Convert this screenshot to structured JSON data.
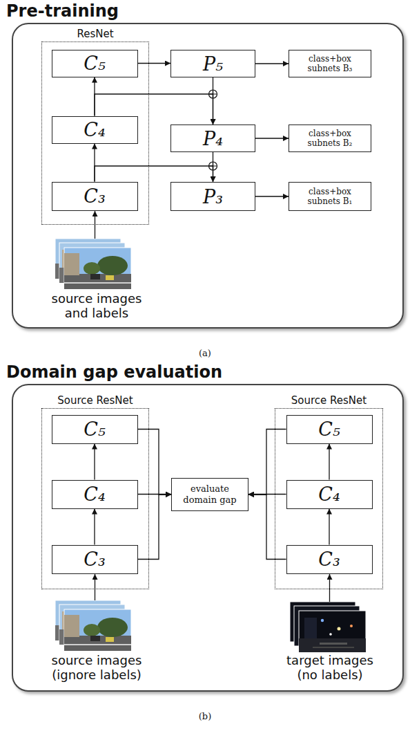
{
  "diagram": {
    "nodes": [
      {
        "text": [
          "Pre-training"
        ]
      },
      {
        "text": [
          "ResNet"
        ],
        "in": 0
      },
      {
        "text": [
          "C₅"
        ],
        "in": 1
      },
      {
        "text": [
          "C₄"
        ],
        "in": 1
      },
      {
        "text": [
          "C₃"
        ],
        "in": 1
      },
      {
        "text": [
          "P₅"
        ],
        "in": 0
      },
      {
        "text": [
          "P₄"
        ],
        "in": 0
      },
      {
        "text": [
          "P₃"
        ],
        "in": 0
      },
      {
        "text": [
          "class+box subnets B₃"
        ],
        "in": 0
      },
      {
        "text": [
          "class+box subnets B₂"
        ],
        "in": 0
      },
      {
        "text": [
          "class+box subnets B₁"
        ],
        "in": 0
      },
      {
        "text": [
          "Domain gap evaluation"
        ]
      },
      {
        "text": [
          "Source ResNet"
        ],
        "in": 11
      },
      {
        "text": [
          "C₅"
        ],
        "in": 12
      },
      {
        "text": [
          "C₄"
        ],
        "in": 12
      },
      {
        "text": [
          "C₃"
        ],
        "in": 12
      },
      {
        "text": [
          "evaluate domain gap"
        ],
        "in": 11
      },
      {
        "text": [
          "Source ResNet"
        ],
        "in": 11
      },
      {
        "text": [
          "C₅"
        ],
        "in": 17
      },
      {
        "text": [
          "C₄"
        ],
        "in": 17
      },
      {
        "text": [
          "C₃"
        ],
        "in": 17
      }
    ],
    "edges": [
      {
        "from": 4,
        "to": 3,
        "arrow": "to"
      },
      {
        "from": 3,
        "to": 2,
        "arrow": "to"
      },
      {
        "from": 2,
        "to": 5,
        "arrow": "to"
      },
      {
        "from": 5,
        "to": 6,
        "arrow": "to"
      },
      {
        "from": 3,
        "to": 6,
        "arrow": "to"
      },
      {
        "from": 6,
        "to": 7,
        "arrow": "to"
      },
      {
        "from": 4,
        "to": 7,
        "arrow": "to"
      },
      {
        "from": 5,
        "to": 8,
        "arrow": "to"
      },
      {
        "from": 6,
        "to": 9,
        "arrow": "to"
      },
      {
        "from": 7,
        "to": 10,
        "arrow": "to"
      },
      {
        "from": 15,
        "to": 14,
        "arrow": "to"
      },
      {
        "from": 14,
        "to": 13,
        "arrow": "to"
      },
      {
        "from": 20,
        "to": 19,
        "arrow": "to"
      },
      {
        "from": 19,
        "to": 18,
        "arrow": "to"
      },
      {
        "from": 13,
        "to": 16,
        "arrow": "to"
      },
      {
        "from": 14,
        "to": 16,
        "arrow": "to"
      },
      {
        "from": 15,
        "to": 16,
        "arrow": "to"
      },
      {
        "from": 18,
        "to": 16,
        "arrow": "to"
      },
      {
        "from": 19,
        "to": 16,
        "arrow": "to"
      },
      {
        "from": 20,
        "to": 16,
        "arrow": "to"
      }
    ],
    "labels": [
      "source images and labels",
      "(a)",
      "source images (ignore labels)",
      "target images (no labels)",
      "(b)"
    ]
  }
}
